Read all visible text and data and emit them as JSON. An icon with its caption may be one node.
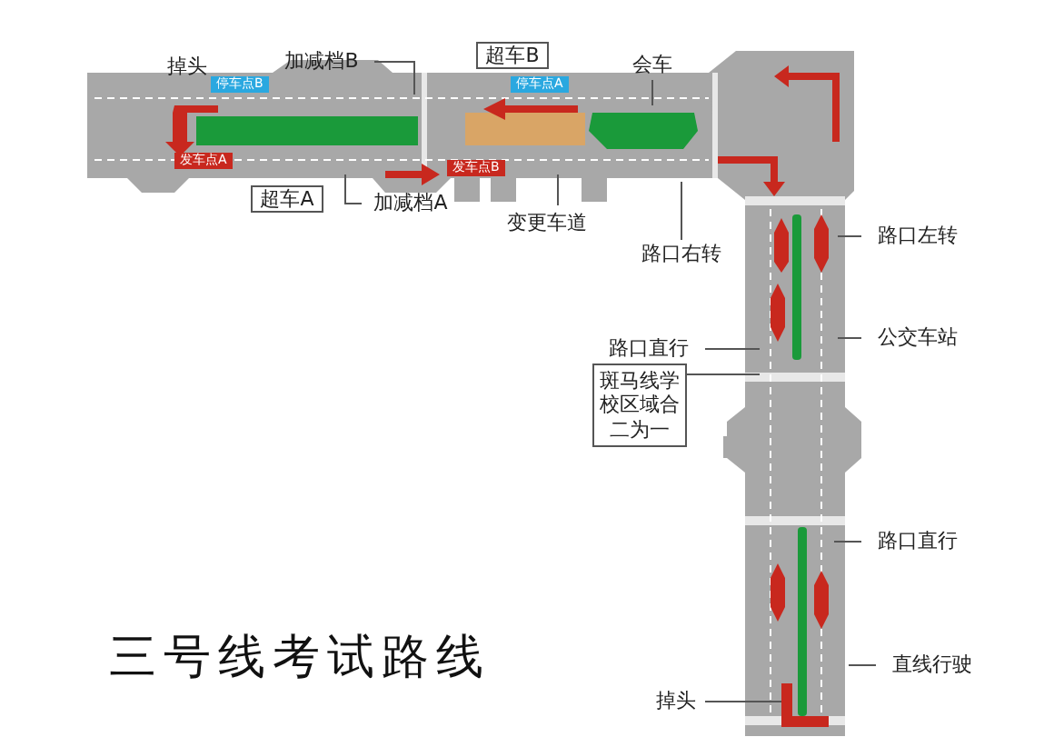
{
  "diagram": {
    "title": "三号线考试路线",
    "nodes": [
      {
        "text": [
          "掉头"
        ]
      },
      {
        "text": [
          "加减档B"
        ]
      },
      {
        "text": [
          "超车B"
        ]
      },
      {
        "text": [
          "会车"
        ]
      },
      {
        "text": [
          "超车A"
        ]
      },
      {
        "text": [
          "加减档A"
        ]
      },
      {
        "text": [
          "变更车道"
        ]
      },
      {
        "text": [
          "路口右转"
        ]
      },
      {
        "text": [
          "路口左转"
        ]
      },
      {
        "text": [
          "公交车站"
        ]
      },
      {
        "text": [
          "路口直行"
        ]
      },
      {
        "text": [
          "斑马线学校区域合二为一"
        ]
      },
      {
        "text": [
          "路口直行"
        ]
      },
      {
        "text": [
          "直线行驶"
        ]
      },
      {
        "text": [
          "掉头"
        ]
      }
    ],
    "edges": [
      {
        "from": 1,
        "to": null,
        "arrow": "none"
      },
      {
        "from": 3,
        "to": null,
        "arrow": "none"
      },
      {
        "from": 5,
        "to": null,
        "arrow": "none"
      },
      {
        "from": 6,
        "to": null,
        "arrow": "none"
      },
      {
        "from": 7,
        "to": null,
        "arrow": "none"
      },
      {
        "from": 8,
        "to": null,
        "arrow": "none"
      },
      {
        "from": 9,
        "to": null,
        "arrow": "none"
      },
      {
        "from": 10,
        "to": null,
        "arrow": "none"
      },
      {
        "from": 11,
        "to": null,
        "arrow": "none"
      },
      {
        "from": 12,
        "to": null,
        "arrow": "none"
      },
      {
        "from": 13,
        "to": null,
        "arrow": "none"
      },
      {
        "from": 14,
        "to": null,
        "arrow": "none"
      }
    ],
    "labels": [
      "停车点B",
      "停车点A",
      "发车点A",
      "发车点B"
    ]
  }
}
